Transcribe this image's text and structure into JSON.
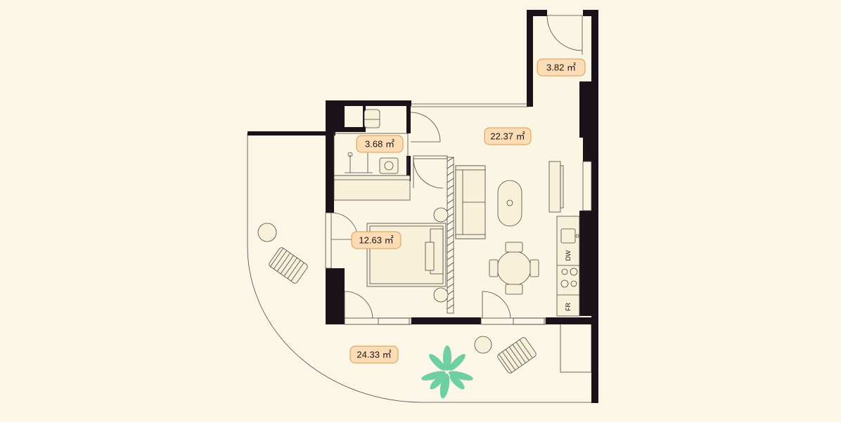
{
  "colors": {
    "background": "#fbf6e6",
    "wall": "#1a1319",
    "interior_floor": "#fbf5e3",
    "label_fill": "#fbdcb4",
    "label_border": "#d99a55",
    "plant": "#6fcfa3"
  },
  "rooms": [
    {
      "id": "hall",
      "area": "3.82 ㎡"
    },
    {
      "id": "bathroom",
      "area": "3.68 ㎡"
    },
    {
      "id": "living-kitchen",
      "area": "22.37 ㎡"
    },
    {
      "id": "bedroom",
      "area": "12.63 ㎡"
    },
    {
      "id": "terrace",
      "area": "24.33 ㎡"
    }
  ],
  "appliances": {
    "dishwasher": "DW",
    "fridge": "FR"
  }
}
